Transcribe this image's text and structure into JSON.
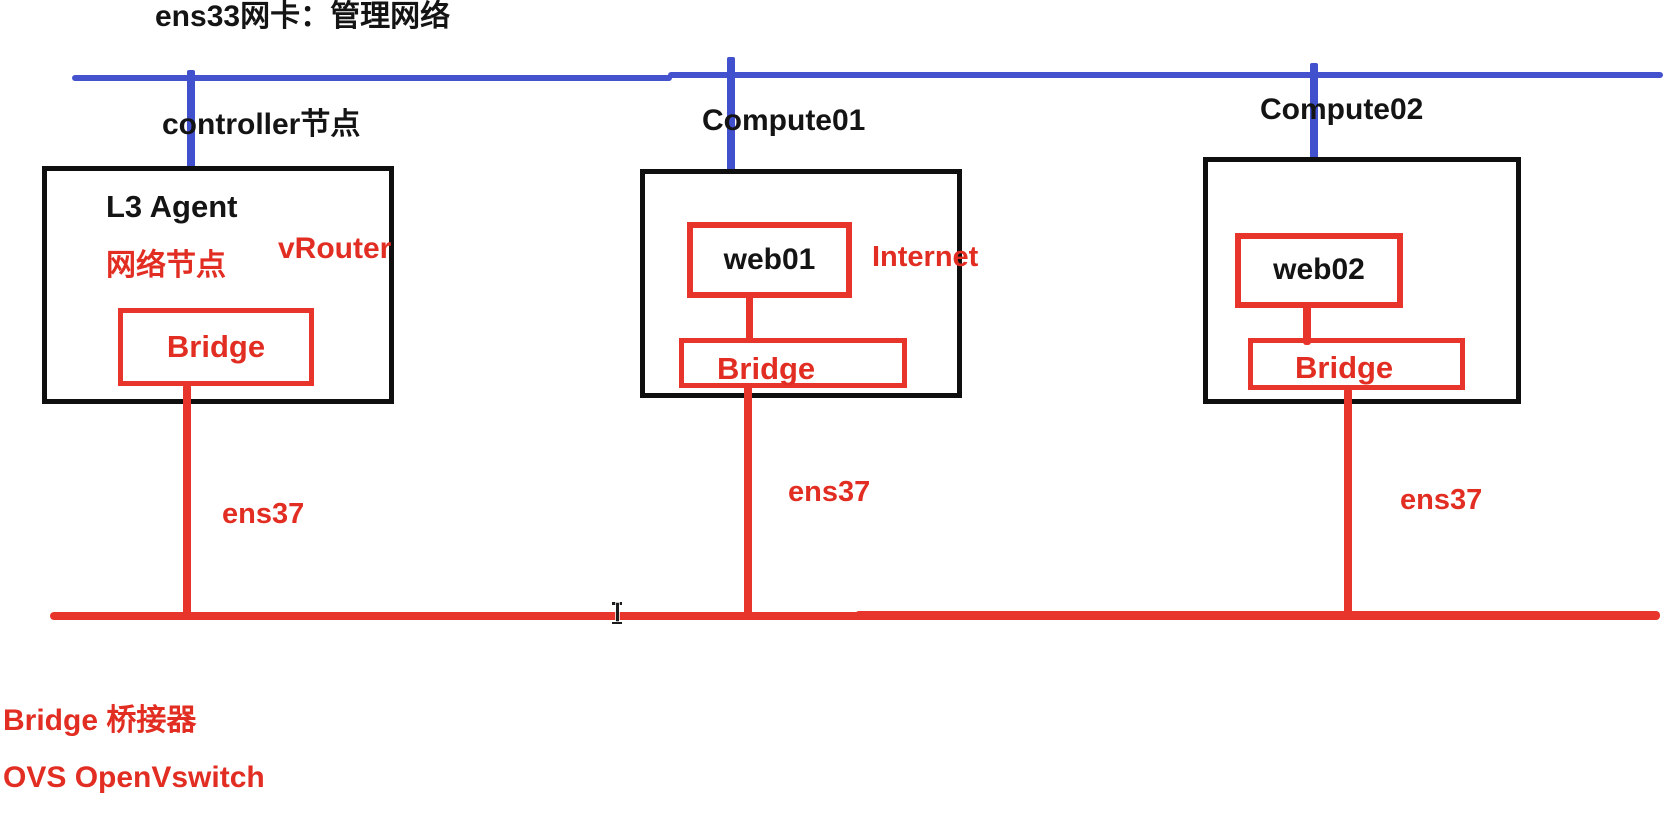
{
  "title": "ens33网卡：管理网络",
  "nodes": {
    "controller": {
      "label": "controller节点",
      "agent": "L3 Agent",
      "role": "网络节点",
      "router_annotation": "vRouter",
      "bridge": "Bridge",
      "nic_label": "ens37"
    },
    "compute01": {
      "label": "Compute01",
      "vm": "web01",
      "internet_annotation": "Internet",
      "bridge": "Bridge",
      "nic_label": "ens37"
    },
    "compute02": {
      "label": "Compute02",
      "vm": "web02",
      "bridge": "Bridge",
      "nic_label": "ens37"
    }
  },
  "legend": {
    "bridge_def": "Bridge 桥接器",
    "ovs_def": "OVS OpenVswitch"
  },
  "colors": {
    "management_network_blue": "#4453cd",
    "provider_network_red": "#e8352b",
    "red_text": "#e22d22",
    "box_black": "#0f0f0f"
  }
}
